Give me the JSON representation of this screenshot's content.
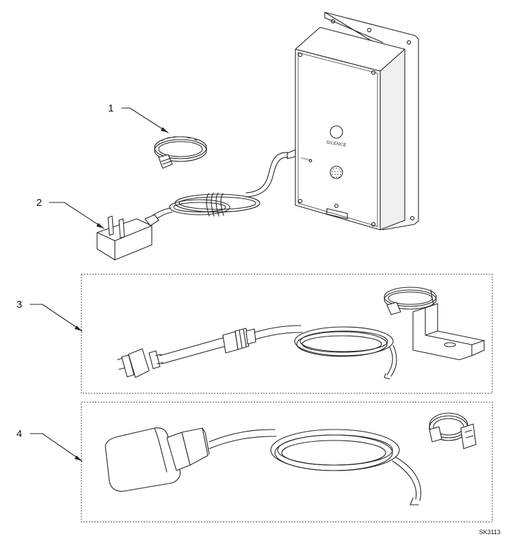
{
  "callouts": [
    {
      "number": "1"
    },
    {
      "number": "2"
    },
    {
      "number": "3"
    },
    {
      "number": "4"
    }
  ],
  "panel": {
    "silence_label": "SILENCE"
  },
  "drawing_code": "SK3113"
}
